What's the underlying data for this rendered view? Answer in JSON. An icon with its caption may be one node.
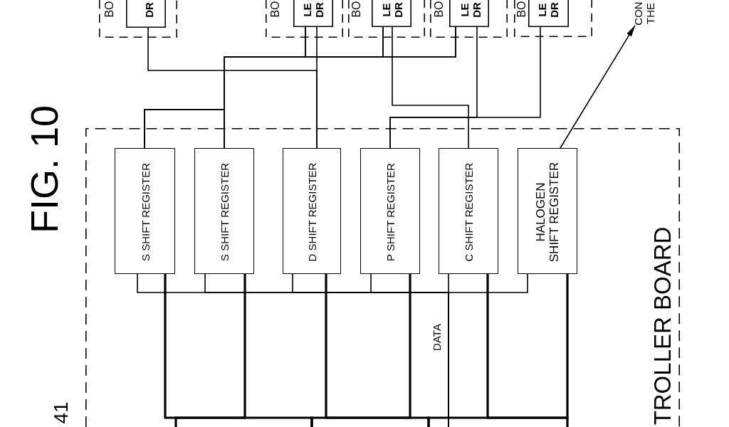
{
  "diagram": {
    "title": "FIG. 10",
    "nodes": [
      {
        "text": [
          "TROLLER BOARD"
        ]
      },
      {
        "text": [
          "S SHIFT REGISTER"
        ],
        "in": 0
      },
      {
        "text": [
          "S SHIFT REGISTER"
        ],
        "in": 0
      },
      {
        "text": [
          "D SHIFT REGISTER"
        ],
        "in": 0
      },
      {
        "text": [
          "P SHIFT REGISTER"
        ],
        "in": 0
      },
      {
        "text": [
          "C SHIFT REGISTER"
        ],
        "in": 0
      },
      {
        "text": [
          "HALOGEN SHIFT REGISTER"
        ],
        "in": 0
      },
      {
        "text": [
          "BO"
        ]
      },
      {
        "text": [
          "DR"
        ],
        "in": 7
      },
      {
        "text": [
          "BO"
        ]
      },
      {
        "text": [
          "LE DR"
        ],
        "in": 9
      },
      {
        "text": [
          "BO"
        ]
      },
      {
        "text": [
          "LE DR"
        ],
        "in": 11
      },
      {
        "text": [
          "BO"
        ]
      },
      {
        "text": [
          "LE DR"
        ],
        "in": 13
      },
      {
        "text": [
          "BO"
        ]
      },
      {
        "text": [
          "LE DR"
        ],
        "in": 15
      },
      {
        "text": [
          "CON THE"
        ]
      }
    ],
    "edges": [
      {
        "from": 1,
        "to": 10,
        "arrow": "none"
      },
      {
        "from": 1,
        "to": 12,
        "arrow": "none"
      },
      {
        "from": 1,
        "to": 14,
        "arrow": "none"
      },
      {
        "from": 2,
        "to": 10,
        "arrow": "none"
      },
      {
        "from": 2,
        "to": 12,
        "arrow": "none"
      },
      {
        "from": 2,
        "to": 14,
        "arrow": "none"
      },
      {
        "from": 3,
        "to": 8,
        "arrow": "none"
      },
      {
        "from": 3,
        "to": 10,
        "arrow": "none"
      },
      {
        "from": 4,
        "to": 14,
        "arrow": "none"
      },
      {
        "from": 4,
        "to": 16,
        "arrow": "none"
      },
      {
        "from": 5,
        "to": 12,
        "arrow": "none"
      },
      {
        "from": 6,
        "to": 17,
        "arrow": "to"
      },
      {
        "from": 1,
        "to": null,
        "arrow": "none"
      },
      {
        "from": 2,
        "to": null,
        "arrow": "none"
      },
      {
        "from": 3,
        "to": null,
        "arrow": "none"
      },
      {
        "from": 4,
        "to": null,
        "arrow": "none"
      },
      {
        "from": 5,
        "to": null,
        "arrow": "none",
        "label": "DATA"
      },
      {
        "from": 6,
        "to": null,
        "arrow": "none"
      },
      {
        "from": 1,
        "to": null,
        "arrow": "none",
        "style": "thick"
      },
      {
        "from": 2,
        "to": null,
        "arrow": "none",
        "style": "thick"
      },
      {
        "from": 3,
        "to": null,
        "arrow": "none",
        "style": "thick"
      },
      {
        "from": 4,
        "to": null,
        "arrow": "none",
        "style": "thick"
      },
      {
        "from": 5,
        "to": null,
        "arrow": "none",
        "style": "thick"
      },
      {
        "from": 6,
        "to": null,
        "arrow": "none",
        "style": "thick"
      }
    ],
    "labels": [
      "41"
    ]
  }
}
